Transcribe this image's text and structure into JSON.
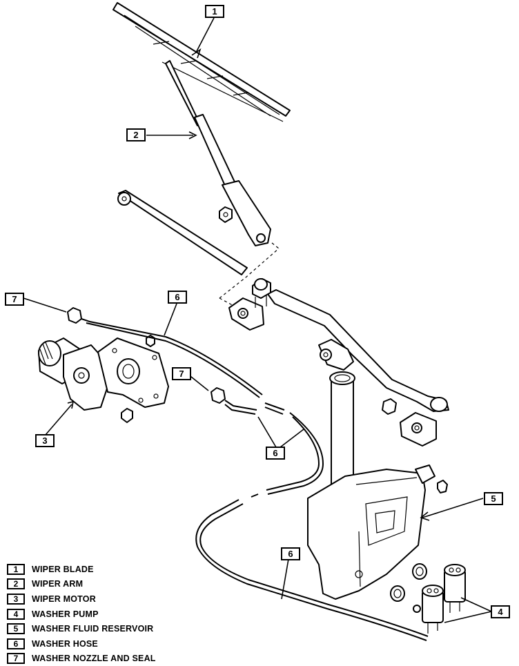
{
  "legend": [
    {
      "num": "1",
      "label": "WIPER BLADE"
    },
    {
      "num": "2",
      "label": "WIPER ARM"
    },
    {
      "num": "3",
      "label": "WIPER MOTOR"
    },
    {
      "num": "4",
      "label": "WASHER PUMP"
    },
    {
      "num": "5",
      "label": "WASHER FLUID RESERVOIR"
    },
    {
      "num": "6",
      "label": "WASHER HOSE"
    },
    {
      "num": "7",
      "label": "WASHER NOZZLE AND SEAL"
    }
  ],
  "callouts": {
    "c1": "1",
    "c2": "2",
    "c3": "3",
    "c4": "4",
    "c5": "5",
    "c6a": "6",
    "c6b": "6",
    "c6c": "6",
    "c7a": "7",
    "c7b": "7"
  }
}
